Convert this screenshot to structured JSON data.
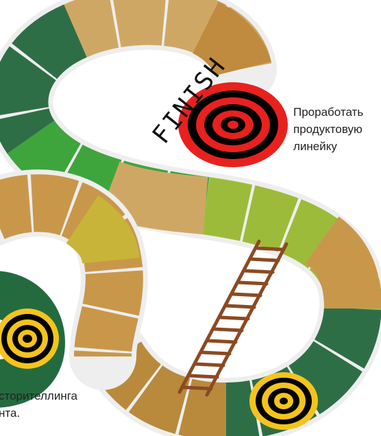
{
  "board": {
    "finish_text": "FINISH",
    "path_colors": [
      "#b98a3c",
      "#cfa765",
      "#a9873f",
      "#2e6e47",
      "#3ea53c",
      "#9dbb3a",
      "#c9b43a",
      "#236b3f"
    ],
    "target_red": [
      "#e8211e",
      "#000000"
    ],
    "target_yellow": [
      "#f4c41c",
      "#000000"
    ],
    "ladder_color": "#8b4a22"
  },
  "labels": {
    "goal": "Проработать\nпродуктовую\nлинейку",
    "storytelling": "сторителлинга\nнта."
  }
}
